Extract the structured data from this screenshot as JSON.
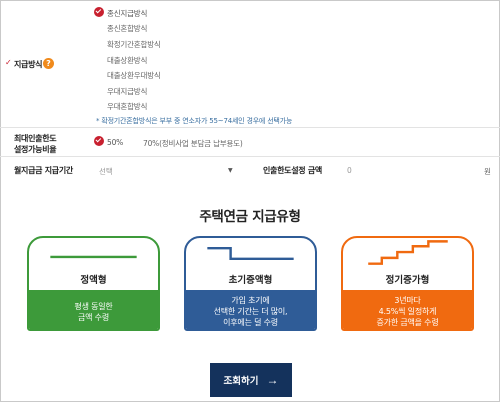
{
  "payment_method": {
    "label": "지급방식",
    "required_mark": "✓",
    "help_icon": "question-icon",
    "options": [
      "종신지급방식",
      "종신혼합방식",
      "확정기간혼합방식",
      "대출상환방식",
      "대출상환우대방식",
      "우대지급방식",
      "우대혼합방식"
    ],
    "selected_index": 0,
    "note": "* 확정기간혼합방식은 부부 중 연소자가 55~74세인 경우에 선택가능"
  },
  "max_limit_ratio": {
    "label_line1": "최대인출한도",
    "label_line2": "설정가능비율",
    "options": [
      "50%",
      "70%(정비사업 분담금 납부용도)"
    ],
    "selected_index": 0
  },
  "monthly_period": {
    "label": "월지급금 지급기간",
    "placeholder": "선택",
    "caret_icon": "caret-down-icon"
  },
  "withdraw_limit": {
    "label": "인출한도설정 금액",
    "value": "0",
    "unit": "원"
  },
  "section_title": "주택연금 지급유형",
  "cards": [
    {
      "name": "정액형",
      "desc": [
        "평생 동일한",
        "금액 수령"
      ],
      "color": "#3d9a3a",
      "graph_icon": "flat-line-icon"
    },
    {
      "name": "초기증액형",
      "desc": [
        "가입 초기에",
        "선택한 기간는 더 많이,",
        "이후에는 덜 수령"
      ],
      "color": "#2f5c97",
      "graph_icon": "step-down-line-icon"
    },
    {
      "name": "정기증가형",
      "desc": [
        "3년마다",
        "4.5%씩 일정하게",
        "증가한 금액을 수령"
      ],
      "color": "#f06a10",
      "graph_icon": "staircase-up-icon"
    }
  ],
  "search_button": {
    "label": "조회하기",
    "arrow": "→"
  }
}
